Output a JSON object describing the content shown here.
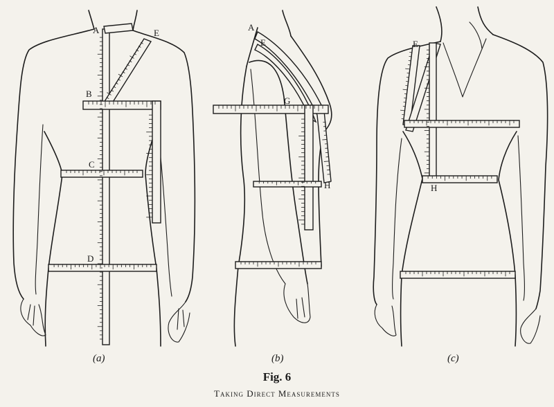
{
  "figure": {
    "title": "Fig. 6",
    "caption": "Taking Direct Measurements",
    "panels": [
      {
        "label": "(a)",
        "points": [
          "A",
          "E",
          "B",
          "C",
          "D"
        ]
      },
      {
        "label": "(b)",
        "points": [
          "A",
          "E",
          "G",
          "H"
        ]
      },
      {
        "label": "(c)",
        "points": [
          "E",
          "H"
        ]
      }
    ]
  },
  "colors": {
    "ink": "#1d1d1d",
    "paper": "#f4f2ec"
  }
}
